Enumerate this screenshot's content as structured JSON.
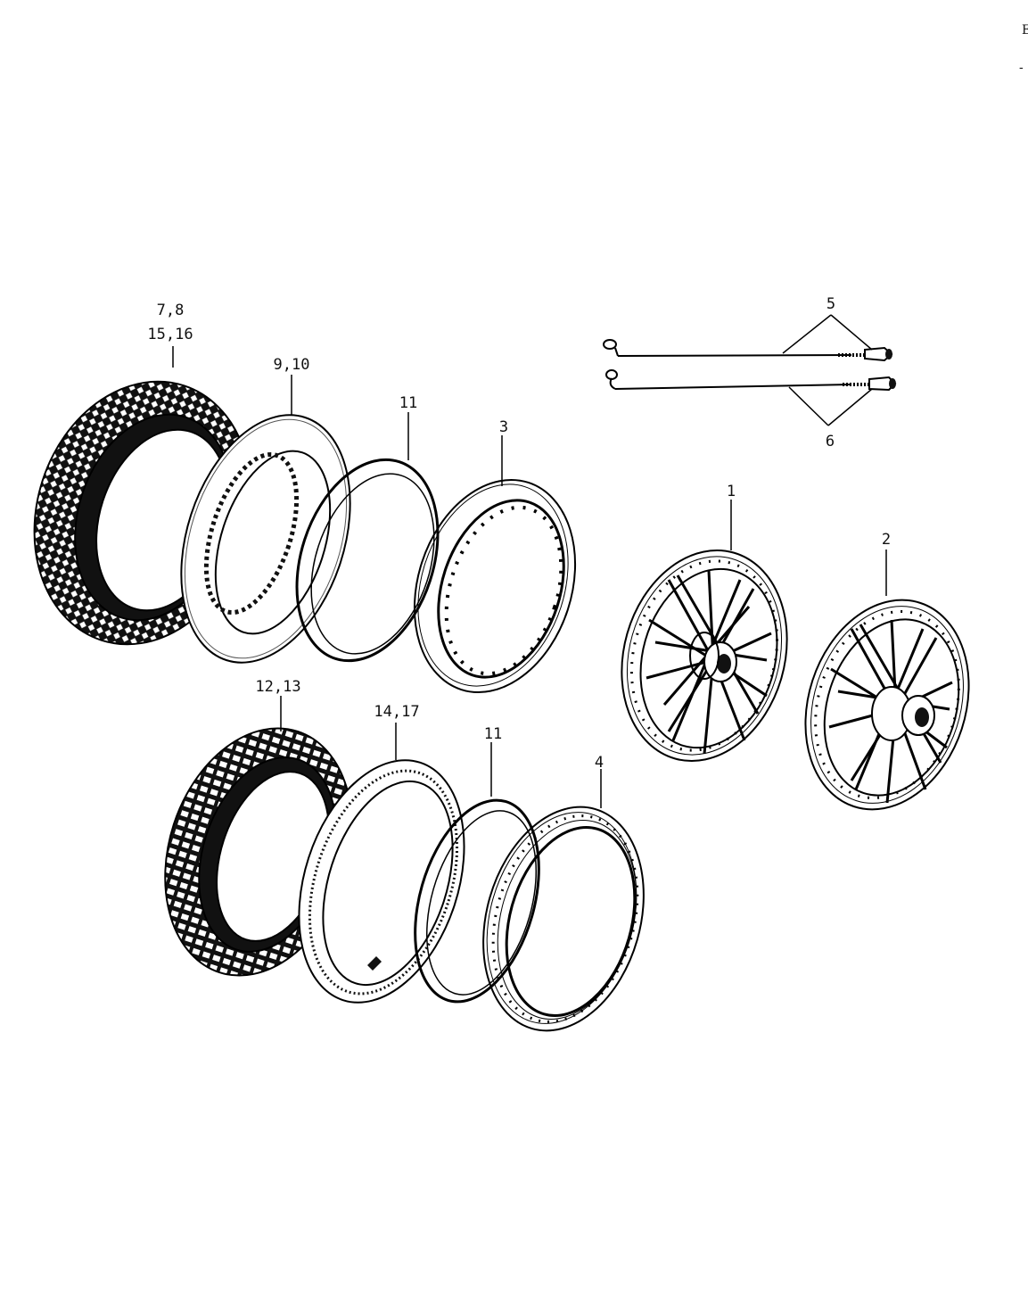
{
  "diagram": {
    "corner_marks": [
      "E",
      "-"
    ],
    "labels": {
      "tire_front": [
        "7,8",
        "15,16"
      ],
      "rim_strip_front": "9,10",
      "rim_band_front": "11",
      "rim_front": "3",
      "spokes_upper": "5",
      "spokes_lower": "6",
      "wheel_front": "1",
      "wheel_rear": "2",
      "tire_rear": "12,13",
      "tube_rear": "14,17",
      "rim_band_rear": "11",
      "rim_rear": "4"
    }
  }
}
